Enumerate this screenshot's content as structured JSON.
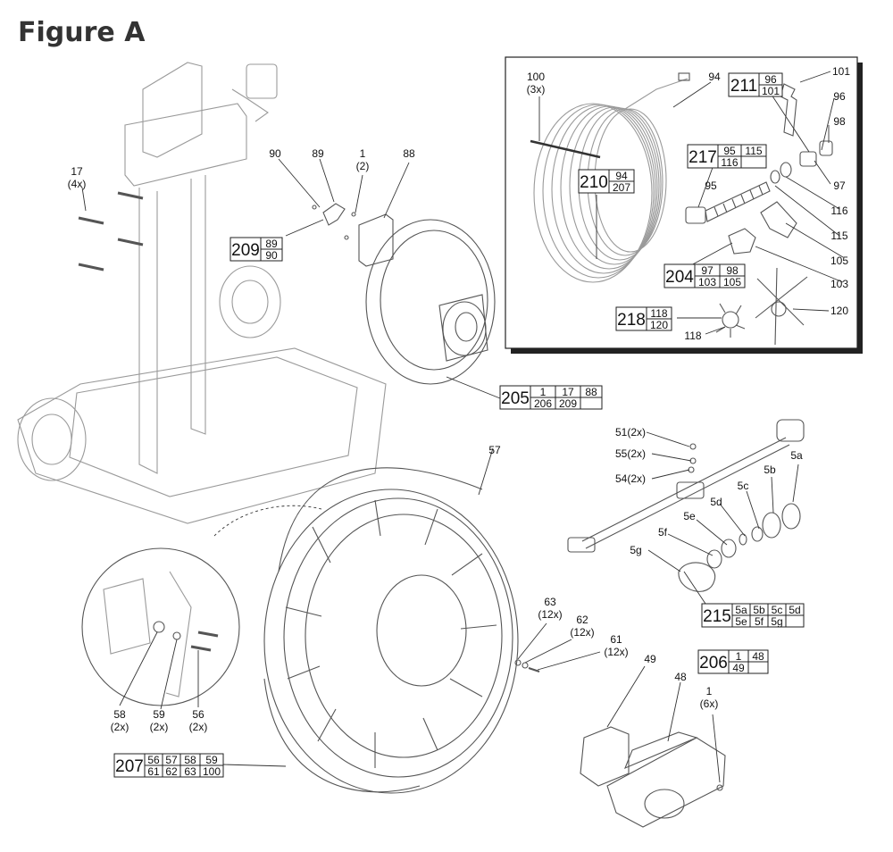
{
  "title": "Figure A",
  "callouts": [
    {
      "id": "c17",
      "l1": "17",
      "l2": "(4x)"
    },
    {
      "id": "c90",
      "l1": "90",
      "l2": ""
    },
    {
      "id": "c89",
      "l1": "89",
      "l2": ""
    },
    {
      "id": "c1a",
      "l1": "1",
      "l2": "(2)"
    },
    {
      "id": "c88",
      "l1": "88",
      "l2": ""
    },
    {
      "id": "c100",
      "l1": "100",
      "l2": "(3x)"
    },
    {
      "id": "c94",
      "l1": "94",
      "l2": ""
    },
    {
      "id": "c101",
      "l1": "101",
      "l2": ""
    },
    {
      "id": "c96",
      "l1": "96",
      "l2": ""
    },
    {
      "id": "c98",
      "l1": "98",
      "l2": ""
    },
    {
      "id": "c97",
      "l1": "97",
      "l2": ""
    },
    {
      "id": "c95",
      "l1": "95",
      "l2": ""
    },
    {
      "id": "c116",
      "l1": "116",
      "l2": ""
    },
    {
      "id": "c115",
      "l1": "115",
      "l2": ""
    },
    {
      "id": "c105",
      "l1": "105",
      "l2": ""
    },
    {
      "id": "c103",
      "l1": "103",
      "l2": ""
    },
    {
      "id": "c120",
      "l1": "120",
      "l2": ""
    },
    {
      "id": "c118",
      "l1": "118",
      "l2": ""
    },
    {
      "id": "c51",
      "l1": "51(2x)",
      "l2": ""
    },
    {
      "id": "c55",
      "l1": "55(2x)",
      "l2": ""
    },
    {
      "id": "c54",
      "l1": "54(2x)",
      "l2": ""
    },
    {
      "id": "c57",
      "l1": "57",
      "l2": ""
    },
    {
      "id": "c5a",
      "l1": "5a",
      "l2": ""
    },
    {
      "id": "c5b",
      "l1": "5b",
      "l2": ""
    },
    {
      "id": "c5c",
      "l1": "5c",
      "l2": ""
    },
    {
      "id": "c5d",
      "l1": "5d",
      "l2": ""
    },
    {
      "id": "c5e",
      "l1": "5e",
      "l2": ""
    },
    {
      "id": "c5f",
      "l1": "5f",
      "l2": ""
    },
    {
      "id": "c5g",
      "l1": "5g",
      "l2": ""
    },
    {
      "id": "c63",
      "l1": "63",
      "l2": "(12x)"
    },
    {
      "id": "c62",
      "l1": "62",
      "l2": "(12x)"
    },
    {
      "id": "c61",
      "l1": "61",
      "l2": "(12x)"
    },
    {
      "id": "c49",
      "l1": "49",
      "l2": ""
    },
    {
      "id": "c48",
      "l1": "48",
      "l2": ""
    },
    {
      "id": "c1b",
      "l1": "1",
      "l2": "(6x)"
    },
    {
      "id": "c58",
      "l1": "58",
      "l2": "(2x)"
    },
    {
      "id": "c59",
      "l1": "59",
      "l2": "(2x)"
    },
    {
      "id": "c56",
      "l1": "56",
      "l2": "(2x)"
    }
  ],
  "kits": [
    {
      "id": "k209",
      "num": "209",
      "cols": 2,
      "cells": [
        "89",
        "90"
      ]
    },
    {
      "id": "k205",
      "num": "205",
      "cols": 3,
      "cells": [
        "1",
        "17",
        "88",
        "206",
        "209",
        ""
      ]
    },
    {
      "id": "k211",
      "num": "211",
      "cols": 1,
      "cells": [
        "96",
        "101"
      ]
    },
    {
      "id": "k217",
      "num": "217",
      "cols": 2,
      "cells": [
        "95",
        "115",
        "116",
        ""
      ]
    },
    {
      "id": "k210",
      "num": "210",
      "cols": 1,
      "cells": [
        "94",
        "207"
      ]
    },
    {
      "id": "k204",
      "num": "204",
      "cols": 2,
      "cells": [
        "97",
        "98",
        "103",
        "105"
      ]
    },
    {
      "id": "k218",
      "num": "218",
      "cols": 1,
      "cells": [
        "118",
        "120"
      ]
    },
    {
      "id": "k215",
      "num": "215",
      "cols": 4,
      "cells": [
        "5a",
        "5b",
        "5c",
        "5d",
        "5e",
        "5f",
        "5g",
        ""
      ]
    },
    {
      "id": "k206",
      "num": "206",
      "cols": 2,
      "cells": [
        "1",
        "48",
        "49",
        ""
      ]
    },
    {
      "id": "k207",
      "num": "207",
      "cols": 4,
      "cells": [
        "56",
        "57",
        "58",
        "59",
        "61",
        "62",
        "63",
        "100"
      ]
    }
  ]
}
